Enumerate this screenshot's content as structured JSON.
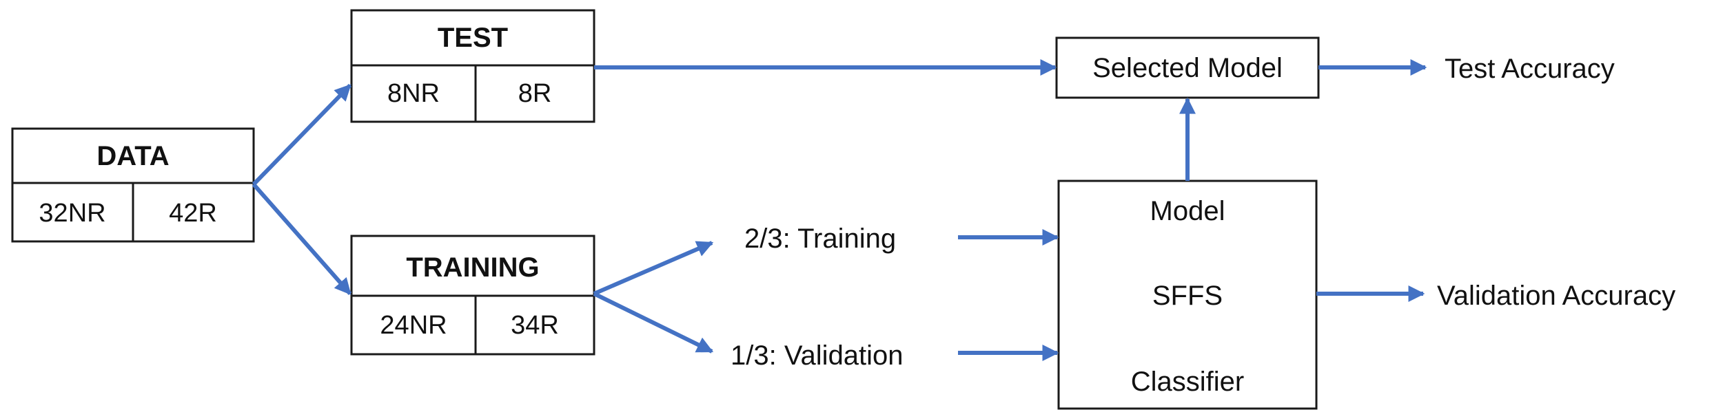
{
  "data_box": {
    "header": "DATA",
    "cells": [
      "32NR",
      "42R"
    ]
  },
  "test_box": {
    "header": "TEST",
    "cells": [
      "8NR",
      "8R"
    ]
  },
  "training_box": {
    "header": "TRAINING",
    "cells": [
      "24NR",
      "34R"
    ]
  },
  "split": {
    "training": "2/3: Training",
    "validation": "1/3: Validation"
  },
  "model_box": {
    "model": "Model",
    "method": "SFFS",
    "classifier": "Classifier"
  },
  "selected_model": "Selected Model",
  "outputs": {
    "test_accuracy": "Test Accuracy",
    "validation_accuracy": "Validation Accuracy"
  },
  "colors": {
    "arrow": "#4472c4",
    "border": "#1a1a1a",
    "text": "#111111"
  }
}
